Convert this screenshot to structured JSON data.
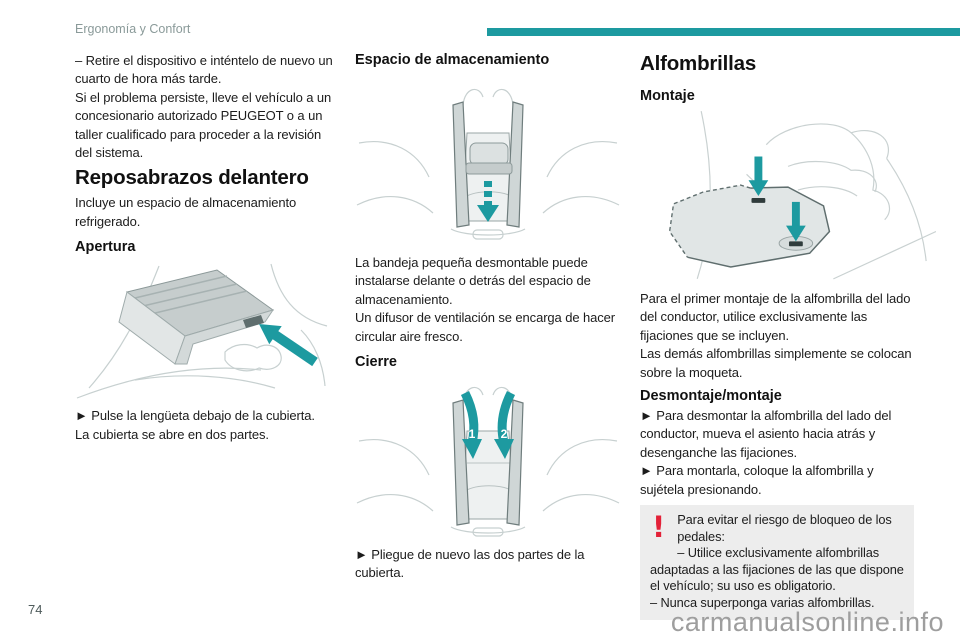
{
  "page": {
    "header": "Ergonomía y Confort",
    "page_number": "74",
    "watermark": "carmanualsonline.info",
    "accent_color": "#1d9aa0",
    "warning_icon_color": "#e32138",
    "warning_bg_color": "#ededed"
  },
  "col1": {
    "para1": "–  Retire el dispositivo e inténtelo de nuevo un cuarto de hora más tarde.",
    "para2": "Si el problema persiste, lleve el vehículo a un concesionario autorizado PEUGEOT o a un taller cualificado para proceder a la revisión del sistema.",
    "heading": "Reposabrazos delantero",
    "intro": "Incluye un espacio de almacenamiento refrigerado.",
    "sub1": "Apertura",
    "bullet1": "►  Pulse la lengüeta debajo de la cubierta.",
    "after1": "La cubierta se abre en dos partes."
  },
  "col2": {
    "sub1": "Espacio de almacenamiento",
    "para1": "La bandeja pequeña desmontable puede instalarse delante o detrás del espacio de almacenamiento.",
    "para2": "Un difusor de ventilación se encarga de hacer circular aire fresco.",
    "sub2": "Cierre",
    "bullet1": "►  Pliegue de nuevo las dos partes de la cubierta.",
    "arrow_labels": {
      "one": "1",
      "two": "2"
    }
  },
  "col3": {
    "heading": "Alfombrillas",
    "sub1": "Montaje",
    "para1": "Para el primer montaje de la alfombrilla del lado del conductor, utilice exclusivamente las fijaciones que se incluyen.",
    "para2": "Las demás alfombrillas simplemente se colocan sobre la moqueta.",
    "sub2": "Desmontaje/montaje",
    "bullet1": "►  Para desmontar la alfombrilla del lado del conductor, mueva el asiento hacia atrás y desenganche las fijaciones.",
    "bullet2": "►  Para montarla, coloque la alfombrilla y sujétela presionando.",
    "warning": {
      "icon": "!",
      "line1": "Para evitar el riesgo de bloqueo de los pedales:",
      "line2": "–  Utilice exclusivamente alfombrillas adaptadas a las fijaciones de las que dispone el vehículo; su uso es obligatorio.",
      "line3": "–  Nunca superponga varias alfombrillas."
    }
  }
}
